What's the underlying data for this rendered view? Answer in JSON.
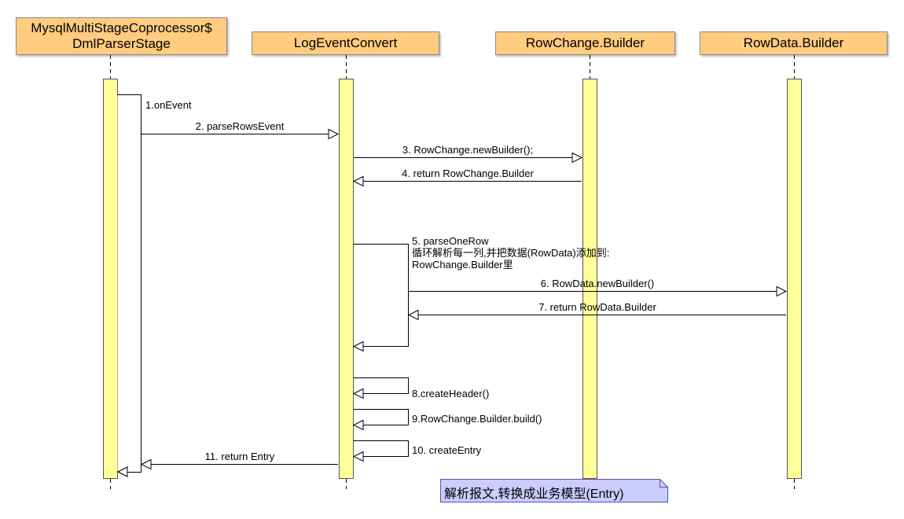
{
  "participants": [
    {
      "id": "dml",
      "name": "MysqlMultiStageCoprocessor$\nDmlParserStage"
    },
    {
      "id": "lec",
      "name": "LogEventConvert"
    },
    {
      "id": "rcb",
      "name": "RowChange.Builder"
    },
    {
      "id": "rdb",
      "name": "RowData.Builder"
    }
  ],
  "messages": [
    {
      "id": "m1",
      "from": "dml",
      "to": "dml",
      "label": "1.onEvent"
    },
    {
      "id": "m2",
      "from": "dml",
      "to": "lec",
      "label": "2. parseRowsEvent"
    },
    {
      "id": "m3",
      "from": "lec",
      "to": "rcb",
      "label": "3. RowChange.newBuilder();"
    },
    {
      "id": "m4",
      "from": "rcb",
      "to": "lec",
      "label": "4. return RowChange.Builder",
      "kind": "return"
    },
    {
      "id": "m5",
      "from": "lec",
      "to": "lec",
      "label": "5. parseOneRow\n循环解析每一列,并把数据(RowData)添加到:\nRowChange.Builder里"
    },
    {
      "id": "m6",
      "from": "lec",
      "to": "rdb",
      "label": "6. RowData.newBuilder()"
    },
    {
      "id": "m7",
      "from": "rdb",
      "to": "lec",
      "label": "7. return RowData.Builder",
      "kind": "return"
    },
    {
      "id": "m8",
      "from": "lec",
      "to": "lec",
      "label": "8.createHeader()"
    },
    {
      "id": "m9",
      "from": "lec",
      "to": "lec",
      "label": "9.RowChange.Builder.build()"
    },
    {
      "id": "m10",
      "from": "lec",
      "to": "lec",
      "label": "10. createEntry"
    },
    {
      "id": "m11",
      "from": "lec",
      "to": "dml",
      "label": "11. return Entry",
      "kind": "return"
    }
  ],
  "note": {
    "text": "解析报文,转换成业务模型(Entry)"
  },
  "colors": {
    "participant_fill": "#ffcc80",
    "activation_fill": "#ffff99",
    "note_fill": "#ccccff",
    "line": "#000000"
  }
}
